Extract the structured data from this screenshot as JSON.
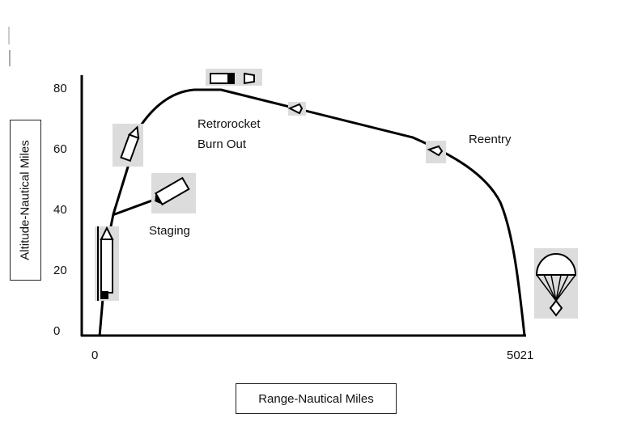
{
  "diagram": {
    "y_axis_label": "Altitude-Nautical Miles",
    "x_axis_label": "Range-Nautical Miles",
    "y_ticks": [
      "80",
      "60",
      "40",
      "20",
      "0"
    ],
    "x_ticks": [
      "0",
      "5021"
    ],
    "phase_labels": {
      "retro_line1": "Retrorocket",
      "retro_line2": "Burn Out",
      "staging": "Staging",
      "reentry": "Reentry"
    },
    "icons": [
      "rocket-launch-icon",
      "rocket-stage-icon",
      "separated-booster-icon",
      "capsule-retrorocket-icon",
      "capsule-orbit-icon",
      "capsule-reentry-icon",
      "parachute-icon"
    ],
    "colors": {
      "line": "#000000",
      "background": "#ffffff"
    }
  }
}
